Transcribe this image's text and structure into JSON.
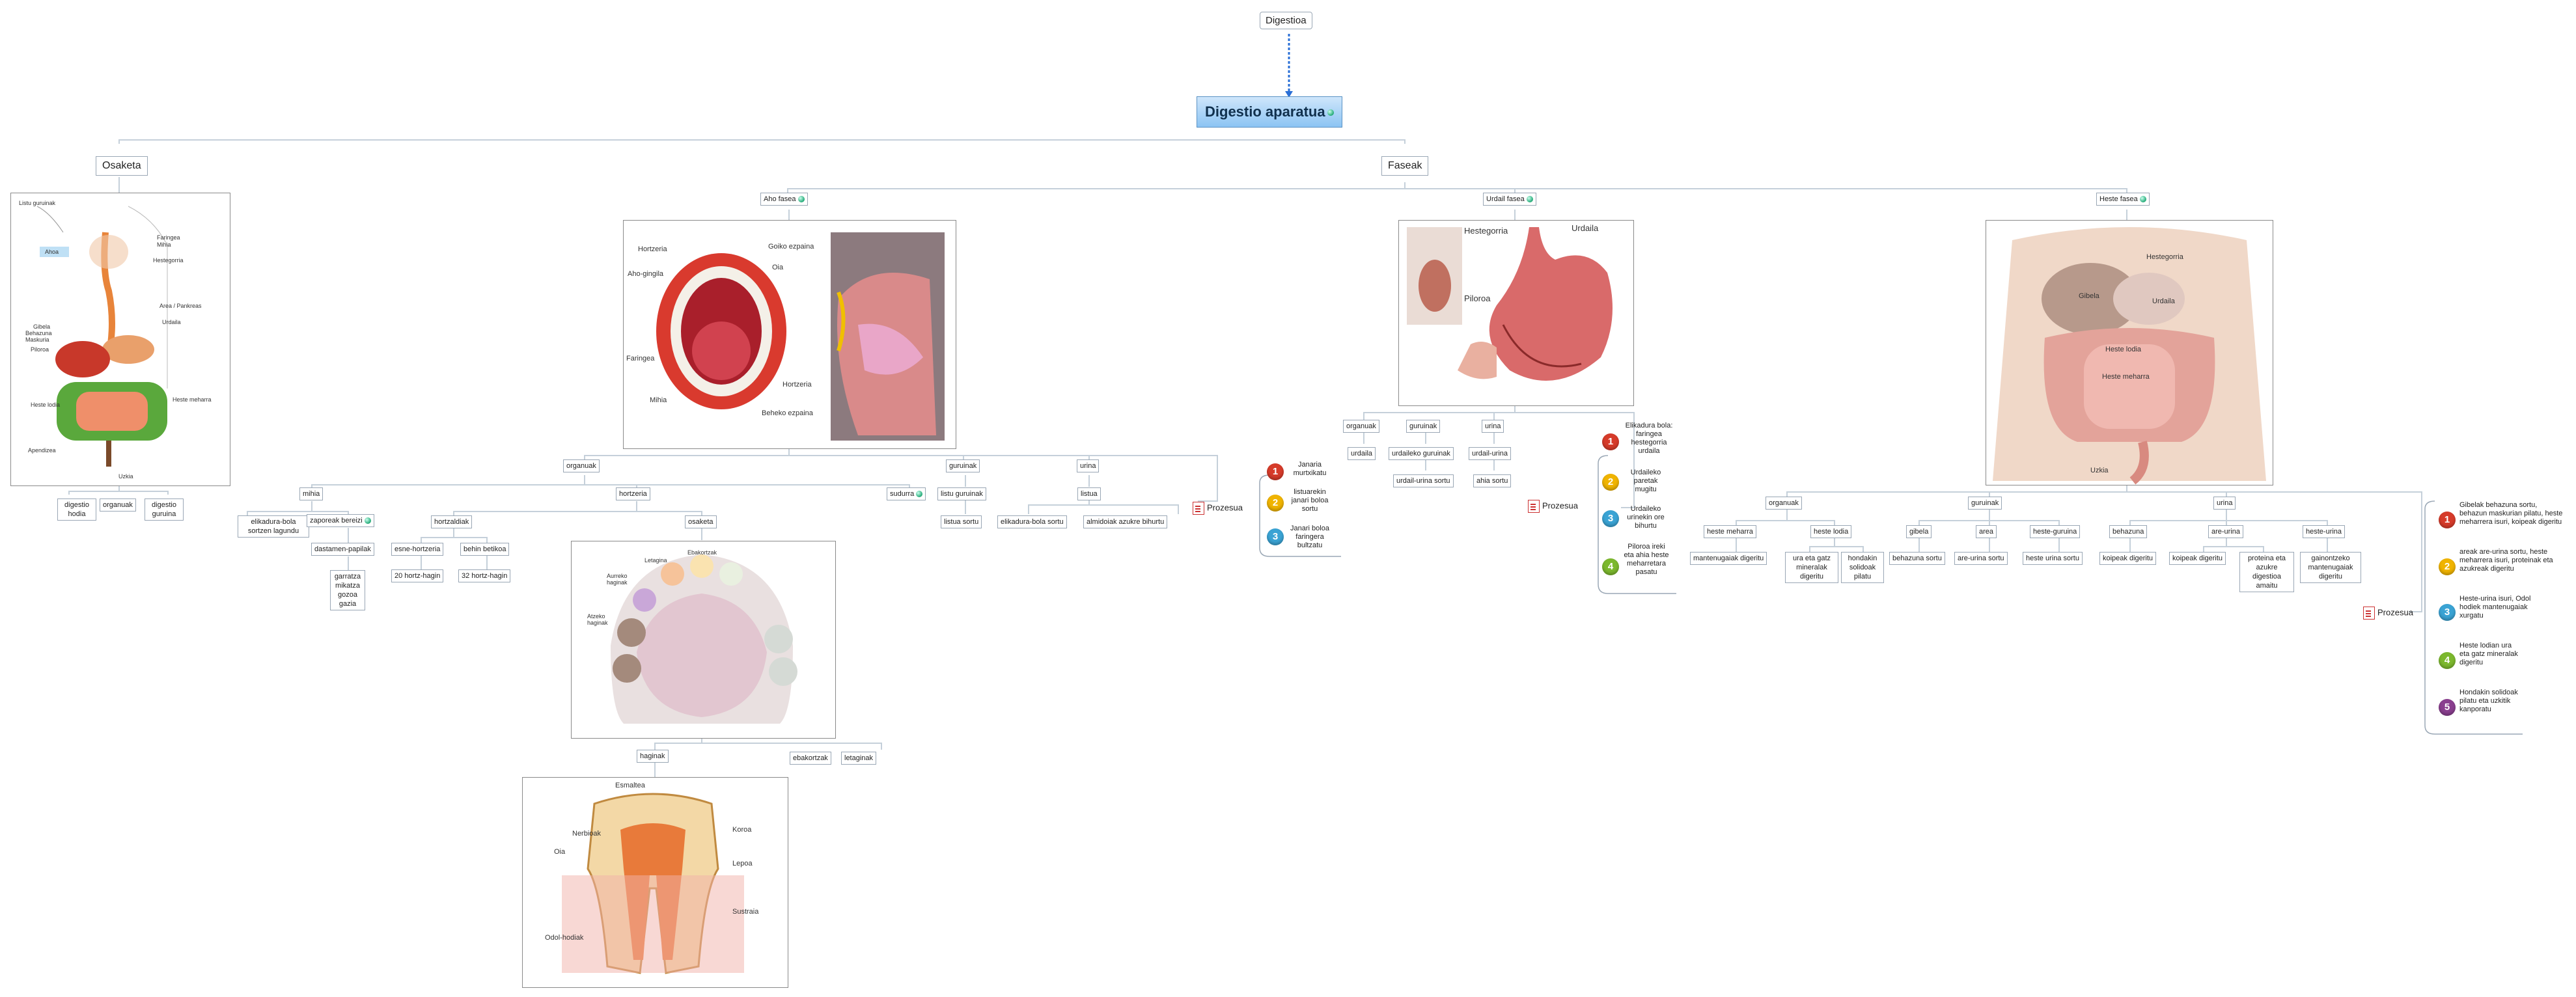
{
  "top_label": "Digestioa",
  "root": "Digestio aparatua",
  "osaketa": {
    "label": "Osaketa",
    "image_labels": [
      "Listu guruinak",
      "Faringea",
      "Mihia",
      "Hestegorria",
      "Ahoa",
      "Area / Pankreas",
      "Urdaila",
      "Gibela",
      "Behazuna",
      "Maskuria",
      "Piloroa",
      "Heste lodia",
      "Heste meharra",
      "Apendizea",
      "Uzkia"
    ],
    "children": [
      "digestio hodia",
      "organuak",
      "digestio guruina"
    ]
  },
  "faseak": {
    "label": "Faseak"
  },
  "aho": {
    "label": "Aho fasea",
    "image_labels": [
      "Hortzeria",
      "Goiko ezpaina",
      "Aho-gingila",
      "Oia",
      "Faringea",
      "Hortzeria",
      "Mihia",
      "Beheko ezpaina"
    ],
    "organuak": "organuak",
    "mihia": "mihia",
    "mihia_children": [
      "elikadura-bola sortzen lagundu",
      "zaporeak bereizi"
    ],
    "dastamen": "dastamen-papilak",
    "dastamen_child": "garratza mikatza gozoa gazia",
    "hortzeria": "hortzeria",
    "hortzaldiak": "hortzaldiak",
    "hortzaldiak_children": [
      "esne-hortzeria",
      "behin betikoa"
    ],
    "hortz_counts": [
      "20 hortz-hagin",
      "32 hortz-hagin"
    ],
    "osaketa": "osaketa",
    "jaw_labels": [
      "Letagina",
      "Ebakortzak",
      "Aurreko haginak",
      "Atzeko haginak"
    ],
    "osaketa_children": [
      "haginak",
      "ebakortzak",
      "letaginak"
    ],
    "tooth_labels": [
      "Esmaltea",
      "Koroa",
      "Nerbioak",
      "Oia",
      "Lepoa",
      "Sustraia",
      "Odol-hodiak"
    ],
    "sudurra": "sudurra",
    "guruinak": "guruinak",
    "guruinak_child": "listu guruinak",
    "guruinak_grand": "listua sortu",
    "urina": "urina",
    "urina_child": "listua",
    "urina_grand": [
      "elikadura-bola sortu",
      "almidoiak azukre bihurtu"
    ],
    "prozesua": "Prozesua",
    "steps": [
      "Janaria murtxikatu",
      "listuarekin janari boloa sortu",
      "Janari boloa faringera bultzatu"
    ]
  },
  "urdail": {
    "label": "Urdail fasea",
    "image_labels": [
      "Hestegorria",
      "Urdaila",
      "Piloroa"
    ],
    "organuak": "organuak",
    "organuak_child": "urdaila",
    "guruinak": "guruinak",
    "guruinak_child": "urdaileko guruinak",
    "guruinak_grand": "urdail-urina sortu",
    "urina": "urina",
    "urina_child": "urdail-urina",
    "urina_grand": "ahia sortu",
    "prozesua": "Prozesua",
    "steps": [
      "Elikadura bola: faringea hestegorria urdaila",
      "Urdaileko paretak mugitu",
      "Urdaileko urinekin ore bihurtu",
      "Piloroa ireki eta ahia heste meharretara pasatu"
    ]
  },
  "heste": {
    "label": "Heste fasea",
    "image_labels": [
      "Hestegorria",
      "Gibela",
      "Urdaila",
      "Heste lodia",
      "Heste meharra",
      "Uzkia"
    ],
    "organuak": "organuak",
    "organuak_children": [
      "heste meharra",
      "heste lodia"
    ],
    "heste_meharra_child": "mantenugaiak digeritu",
    "heste_lodia_children": [
      "ura eta gatz mineralak digeritu",
      "hondakin solidoak pilatu"
    ],
    "guruinak": "guruinak",
    "guruinak_children": [
      "gibela",
      "area",
      "heste-guruina"
    ],
    "guruinak_grand": [
      "behazuna sortu",
      "are-urina sortu",
      "heste urina sortu"
    ],
    "urina": "urina",
    "urina_children": [
      "behazuna",
      "are-urina",
      "heste-urina"
    ],
    "urina_grand": [
      "koipeak digeritu",
      "koipeak digeritu",
      "proteina eta azukre digestioa amaitu",
      "gainontzeko mantenugaiak digeritu"
    ],
    "prozesua": "Prozesua",
    "steps": [
      "Gibelak behazuna sortu, behazun maskurian pilatu, heste meharrera isuri, koipeak digeritu",
      "areak are-urina sortu, heste meharrera isuri, proteinak eta azukreak digeritu",
      "Heste-urina isuri, Odol hodiek mantenugaiak xurgatu",
      "Heste lodian ura eta gatz mineralak digeritu",
      "Hondakin solidoak pilatu eta uzkitik kanporatu"
    ]
  },
  "colors": {
    "wire": "#c9d3dc",
    "root_dashed": "#2a6fd6",
    "step1": "#d63b2a",
    "step2": "#f0b400",
    "step3": "#3aa3d4",
    "step4": "#7cb82e",
    "step5": "#8a3f8f"
  }
}
